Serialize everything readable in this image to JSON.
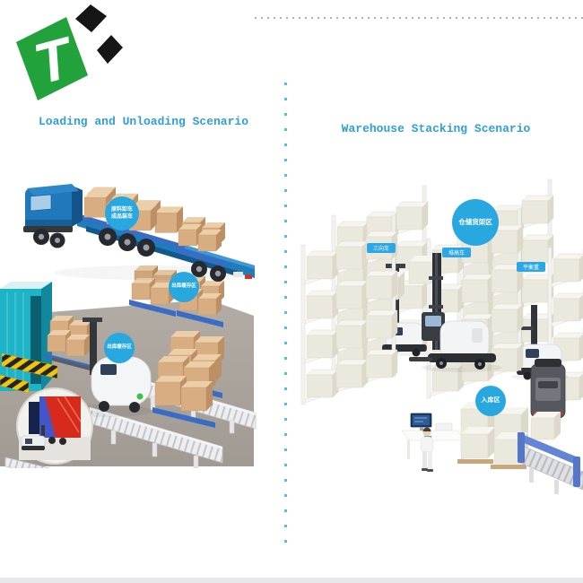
{
  "logo": {
    "letter": "T"
  },
  "left_section": {
    "title": "Loading and Unloading Scenario",
    "truck_badge": {
      "line1": "原料卸车",
      "line2": "成品装车"
    },
    "outbound_buffer_badge_upper": "出库缓存区",
    "outbound_buffer_badge_lower": "出库缓存区"
  },
  "right_section": {
    "title": "Warehouse Stacking Scenario",
    "rack_area_badge": "仓储货架区",
    "inbound_area_badge": "入库区",
    "agv_labels": {
      "left": "三向车",
      "middle": "堆高车",
      "right": "平衡重"
    }
  },
  "colors": {
    "title_blue": "#2e9fd8",
    "badge_blue": "#29a8e0",
    "label_blue": "#2ba7e8",
    "divider_blue": "#58bce9",
    "divider_gray": "#b4abc6",
    "truck_blue": "#1f7cbd",
    "container_teal": "#1db4c8",
    "floor_gray": "#a8a19a",
    "carton_tan": "#d8ad82",
    "cream_box": "#ebe8dd",
    "logo_green": "#22a23b",
    "logo_black": "#161616"
  }
}
